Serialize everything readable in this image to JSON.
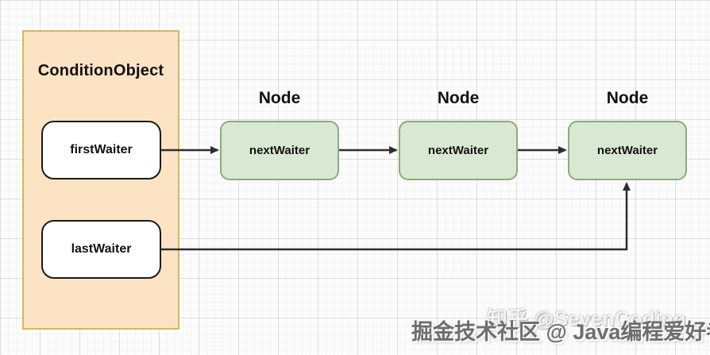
{
  "diagram": {
    "condition_object": {
      "title": "ConditionObject",
      "fields": [
        {
          "label": "firstWaiter"
        },
        {
          "label": "lastWaiter"
        }
      ]
    },
    "nodes": [
      {
        "title": "Node",
        "field": "nextWaiter"
      },
      {
        "title": "Node",
        "field": "nextWaiter"
      },
      {
        "title": "Node",
        "field": "nextWaiter"
      }
    ],
    "arrows": [
      {
        "from": "firstWaiter",
        "to": "node-1"
      },
      {
        "from": "node-1",
        "to": "node-2"
      },
      {
        "from": "node-2",
        "to": "node-3"
      },
      {
        "from": "lastWaiter",
        "to": "node-3-bottom"
      }
    ]
  },
  "watermarks": {
    "light": "知乎 @SevenCoding",
    "dark": "掘金技术社区 @ Java编程爱好者"
  },
  "colors": {
    "condition_fill": "#fce3c3",
    "condition_border": "#d6b85a",
    "node_fill": "#d8e8d2",
    "node_border": "#8cab7d",
    "field_fill": "#ffffff",
    "field_border": "#1a1a1a",
    "arrow_color": "#2e2e2e",
    "text_color": "#111111"
  }
}
